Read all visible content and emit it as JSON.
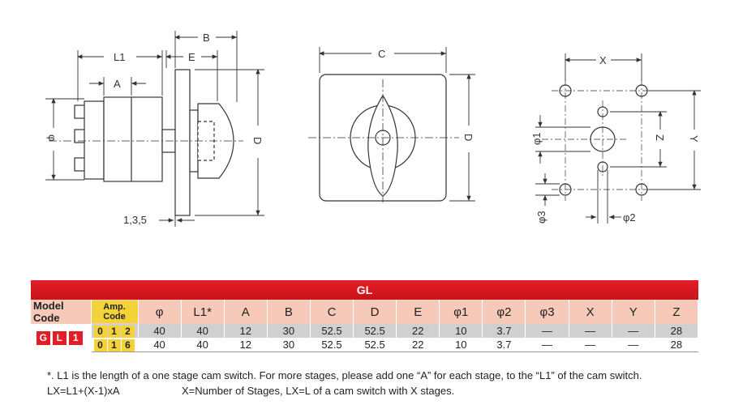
{
  "drawing": {
    "side_labels": {
      "L1": "L1",
      "A": "A",
      "B": "B",
      "E": "E",
      "D": "D",
      "phi": "φ",
      "stages": "1,3,5"
    },
    "front_labels": {
      "C": "C",
      "D": "D"
    },
    "rear_labels": {
      "X": "X",
      "Y": "Y",
      "Z": "Z",
      "phi1": "φ1",
      "phi2": "φ2",
      "phi3": "φ3"
    }
  },
  "table": {
    "title": "GL",
    "headers": {
      "model_code": "Model Code",
      "amp_code": "Amp. Code",
      "cols": [
        "φ",
        "L1*",
        "A",
        "B",
        "C",
        "D",
        "E",
        "φ1",
        "φ2",
        "φ3",
        "X",
        "Y",
        "Z"
      ]
    },
    "model_letters": [
      "G",
      "L",
      "1"
    ],
    "rows": [
      {
        "amp": [
          "0",
          "1",
          "2"
        ],
        "values": [
          "40",
          "40",
          "12",
          "30",
          "52.5",
          "52.5",
          "22",
          "10",
          "3.7",
          "—",
          "—",
          "—",
          "28"
        ]
      },
      {
        "amp": [
          "0",
          "1",
          "6"
        ],
        "values": [
          "40",
          "40",
          "12",
          "30",
          "52.5",
          "52.5",
          "22",
          "10",
          "3.7",
          "—",
          "—",
          "—",
          "28"
        ]
      }
    ]
  },
  "notes": {
    "line1": "*. L1 is the length of a one stage cam switch. For more stages, please add one “A” for each stage, to the “L1” of the cam switch.",
    "line2a": "LX=L1+(X-1)xA",
    "line2b": "X=Number of Stages, LX=L of a cam switch with X stages."
  },
  "colors": {
    "red": "#e41e26",
    "yellow": "#f3d23a",
    "salmon": "#f7c9b8",
    "gray": "#d0d0d0"
  }
}
